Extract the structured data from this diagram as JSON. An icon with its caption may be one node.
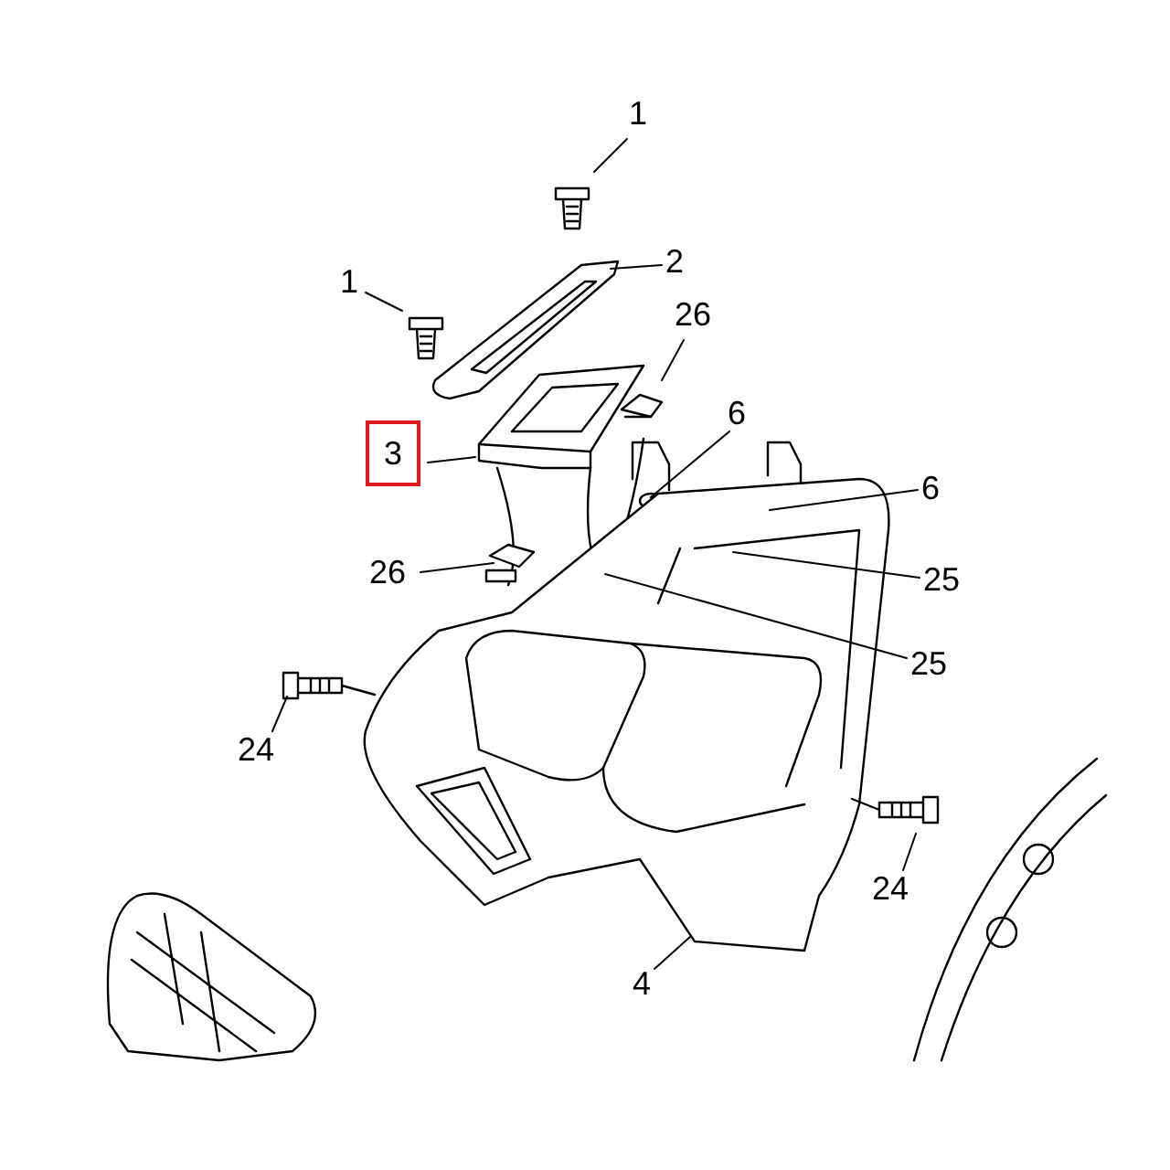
{
  "diagram": {
    "nodes": [
      {
        "text": [
          "1"
        ]
      },
      {
        "text": [
          "2"
        ]
      },
      {
        "text": [
          "1"
        ]
      },
      {
        "text": [
          "26"
        ]
      },
      {
        "text": [
          "6"
        ]
      },
      {
        "text": [
          "3"
        ]
      },
      {
        "text": [
          "6"
        ]
      },
      {
        "text": [
          "26"
        ]
      },
      {
        "text": [
          "25"
        ]
      },
      {
        "text": [
          "25"
        ]
      },
      {
        "text": [
          "24"
        ]
      },
      {
        "text": [
          "24"
        ]
      },
      {
        "text": [
          "4"
        ]
      }
    ],
    "edges": [
      {
        "from": 0,
        "to": null,
        "arrow": "none"
      },
      {
        "from": 1,
        "to": null,
        "arrow": "none"
      },
      {
        "from": 2,
        "to": null,
        "arrow": "none"
      },
      {
        "from": 3,
        "to": null,
        "arrow": "none"
      },
      {
        "from": 4,
        "to": null,
        "arrow": "none"
      },
      {
        "from": 5,
        "to": null,
        "arrow": "none"
      },
      {
        "from": 6,
        "to": null,
        "arrow": "none"
      },
      {
        "from": 7,
        "to": null,
        "arrow": "none"
      },
      {
        "from": 8,
        "to": null,
        "arrow": "none"
      },
      {
        "from": 9,
        "to": null,
        "arrow": "none"
      },
      {
        "from": 10,
        "to": null,
        "arrow": "none"
      },
      {
        "from": 11,
        "to": null,
        "arrow": "none"
      },
      {
        "from": 12,
        "to": null,
        "arrow": "none"
      }
    ]
  }
}
